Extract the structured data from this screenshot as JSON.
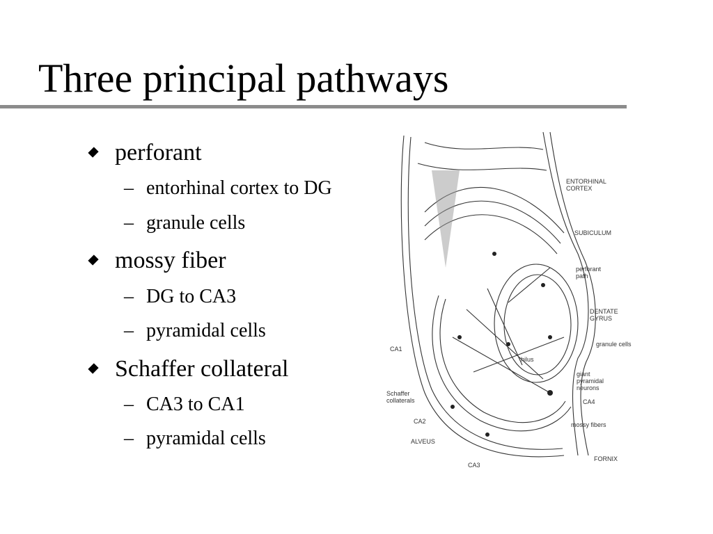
{
  "title": "Three principal pathways",
  "bullets": [
    {
      "label": "perforant",
      "subs": [
        "entorhinal cortex to DG",
        "granule cells"
      ]
    },
    {
      "label": "mossy fiber",
      "subs": [
        "DG to CA3",
        "pyramidal cells"
      ]
    },
    {
      "label": "Schaffer collateral",
      "subs": [
        "CA3 to CA1",
        "pyramidal cells"
      ]
    }
  ],
  "diagram": {
    "labels": {
      "entorhinal": "ENTORHINAL",
      "cortex": "CORTEX",
      "subiculum": "SUBICULUM",
      "perforant": "perforant",
      "path": "path",
      "dentate": "DENTATE",
      "gyrus": "GYRUS",
      "granule": "granule cells",
      "giant": "giant",
      "pyramidal": "pyramidal",
      "neurons": "neurons",
      "ca4": "CA4",
      "mossy": "mossy fibers",
      "fornix": "FORNIX",
      "ca1": "CA1",
      "hilus": "hilus",
      "schaffer": "Schaffer",
      "collaterals": "collaterals",
      "ca2": "CA2",
      "alveus": "ALVEUS",
      "ca3": "CA3"
    }
  }
}
